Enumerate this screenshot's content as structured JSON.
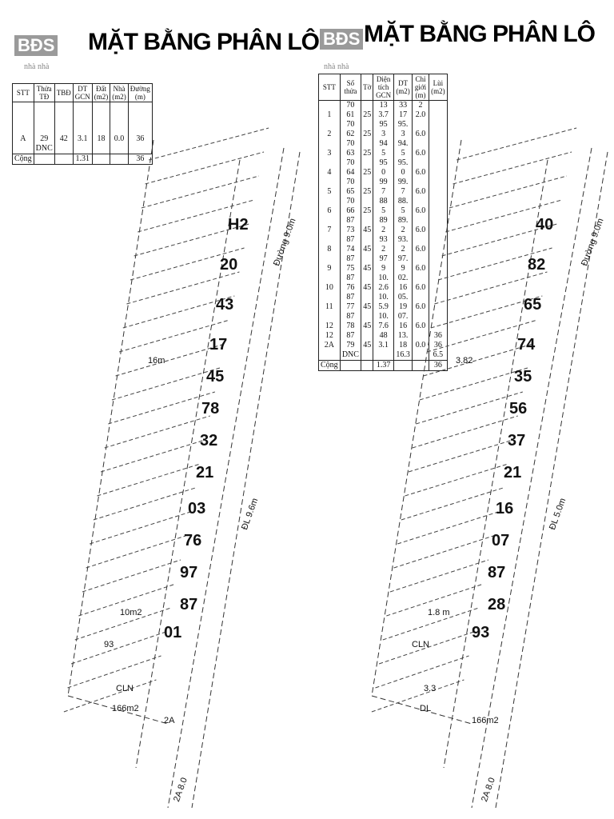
{
  "left": {
    "title": "MẶT BẰNG PHÂN LÔ",
    "logo": "BĐS",
    "subtitle": "nhà nhà",
    "headers": [
      "STT",
      "Thửa TĐ",
      "TBĐ",
      "DT GCN",
      "Đất (m2)",
      "Nhà (m2)",
      "Đường (m)"
    ],
    "rows": [
      [
        "",
        "",
        "",
        "",
        "",
        "",
        ""
      ],
      [
        "",
        "",
        "",
        "",
        "",
        "",
        ""
      ],
      [
        "",
        "",
        "",
        "",
        "",
        "",
        ""
      ],
      [
        "",
        "",
        "",
        "",
        "",
        "",
        ""
      ],
      [
        "",
        "",
        "",
        "",
        "",
        "",
        ""
      ],
      [
        "",
        "",
        "",
        "",
        "",
        "",
        ""
      ],
      [
        "",
        "",
        "",
        "",
        "",
        "",
        ""
      ],
      [
        "",
        "",
        "",
        "",
        "",
        "",
        ""
      ],
      [
        "",
        "",
        "",
        "",
        "",
        "",
        ""
      ],
      [
        "",
        "",
        "",
        "",
        "",
        "",
        ""
      ],
      [
        "",
        "",
        "",
        "",
        "",
        "",
        ""
      ],
      [
        "",
        "",
        "",
        "",
        "",
        "",
        ""
      ],
      [
        "",
        "",
        "",
        "",
        "",
        "",
        ""
      ],
      [
        "",
        "",
        "",
        "",
        "",
        "",
        ""
      ],
      [
        "",
        "",
        "",
        "",
        "",
        "",
        ""
      ],
      [
        "",
        "",
        "",
        "",
        "",
        "",
        ""
      ],
      [
        "",
        "",
        "",
        "",
        "",
        "",
        ""
      ],
      [
        "",
        "",
        "",
        "",
        "",
        "",
        ""
      ],
      [
        "",
        "",
        "",
        "",
        "",
        "",
        ""
      ],
      [
        "",
        "",
        "",
        "",
        "",
        "",
        ""
      ],
      [
        "A",
        "29",
        "42",
        "3.1",
        "18",
        "0.0",
        "36"
      ],
      [
        "",
        "DNC",
        "",
        "",
        "",
        "",
        ""
      ]
    ],
    "footer": [
      "Cộng",
      "",
      "",
      "1.31",
      "",
      "",
      "36"
    ],
    "lots": [
      "H2",
      "20",
      "43",
      "17",
      "45",
      "78",
      "32",
      "21",
      "03",
      "76",
      "97",
      "87",
      "01",
      "93",
      "CLN",
      "2A",
      "166m2",
      "16m",
      "10m2"
    ],
    "roads": [
      "Đường 9.0m",
      "ĐL 9.6m",
      "2A 8.0"
    ]
  },
  "right": {
    "title": "MẶT BẰNG PHÂN LÔ",
    "logo": "BĐS",
    "subtitle": "nhà nhà",
    "headers": [
      "STT",
      "Số thửa",
      "Tờ",
      "Diện tích GCN",
      "DT (m2)",
      "Chỉ giới (m)",
      "Lùi (m2)"
    ],
    "rows": [
      [
        "",
        "70",
        "",
        "13",
        "33",
        "2",
        ""
      ],
      [
        "1",
        "61",
        "25",
        "3.7",
        "17",
        "2.0",
        ""
      ],
      [
        "",
        "70",
        "",
        "95",
        "95.",
        "",
        ""
      ],
      [
        "2",
        "62",
        "25",
        "3",
        "3",
        "6.0",
        ""
      ],
      [
        "",
        "70",
        "",
        "94",
        "94.",
        "",
        ""
      ],
      [
        "3",
        "63",
        "25",
        "5",
        "5",
        "6.0",
        ""
      ],
      [
        "",
        "70",
        "",
        "95",
        "95.",
        "",
        ""
      ],
      [
        "4",
        "64",
        "25",
        "0",
        "0",
        "6.0",
        ""
      ],
      [
        "",
        "70",
        "",
        "99",
        "99.",
        "",
        ""
      ],
      [
        "5",
        "65",
        "25",
        "7",
        "7",
        "6.0",
        ""
      ],
      [
        "",
        "70",
        "",
        "88",
        "88.",
        "",
        ""
      ],
      [
        "6",
        "66",
        "25",
        "5",
        "5",
        "6.0",
        ""
      ],
      [
        "",
        "87",
        "",
        "89",
        "89.",
        "",
        ""
      ],
      [
        "7",
        "73",
        "45",
        "2",
        "2",
        "6.0",
        ""
      ],
      [
        "",
        "87",
        "",
        "93",
        "93.",
        "",
        ""
      ],
      [
        "8",
        "74",
        "45",
        "2",
        "2",
        "6.0",
        ""
      ],
      [
        "",
        "87",
        "",
        "97",
        "97.",
        "",
        ""
      ],
      [
        "9",
        "75",
        "45",
        "9",
        "9",
        "6.0",
        ""
      ],
      [
        "",
        "87",
        "",
        "10.",
        "02.",
        "",
        ""
      ],
      [
        "10",
        "76",
        "45",
        "2.6",
        "16",
        "6.0",
        ""
      ],
      [
        "",
        "87",
        "",
        "10.",
        "05.",
        "",
        ""
      ],
      [
        "11",
        "77",
        "45",
        "5.9",
        "19",
        "6.0",
        ""
      ],
      [
        "",
        "87",
        "",
        "10.",
        "07.",
        "",
        ""
      ],
      [
        "12",
        "78",
        "45",
        "7.6",
        "16",
        "6.0",
        ""
      ],
      [
        "12",
        "87",
        "",
        "48",
        "13.",
        "",
        "36"
      ],
      [
        "2A",
        "79",
        "45",
        "3.1",
        "18",
        "0.0",
        "36"
      ],
      [
        "",
        "DNC",
        "",
        "",
        "16.3",
        "",
        "6.5"
      ]
    ],
    "footer": [
      "Cộng",
      "",
      "",
      "1.37",
      "",
      "",
      "36"
    ],
    "lots": [
      "40",
      "82",
      "65",
      "74",
      "35",
      "56",
      "37",
      "21",
      "16",
      "07",
      "87",
      "28",
      "93",
      "CLN",
      "3.3",
      "166m2",
      "DL",
      "3.82",
      "1.8 m"
    ],
    "roads": [
      "Đường 9.0m",
      "ĐL 5.0m",
      "2A 8.0"
    ]
  }
}
